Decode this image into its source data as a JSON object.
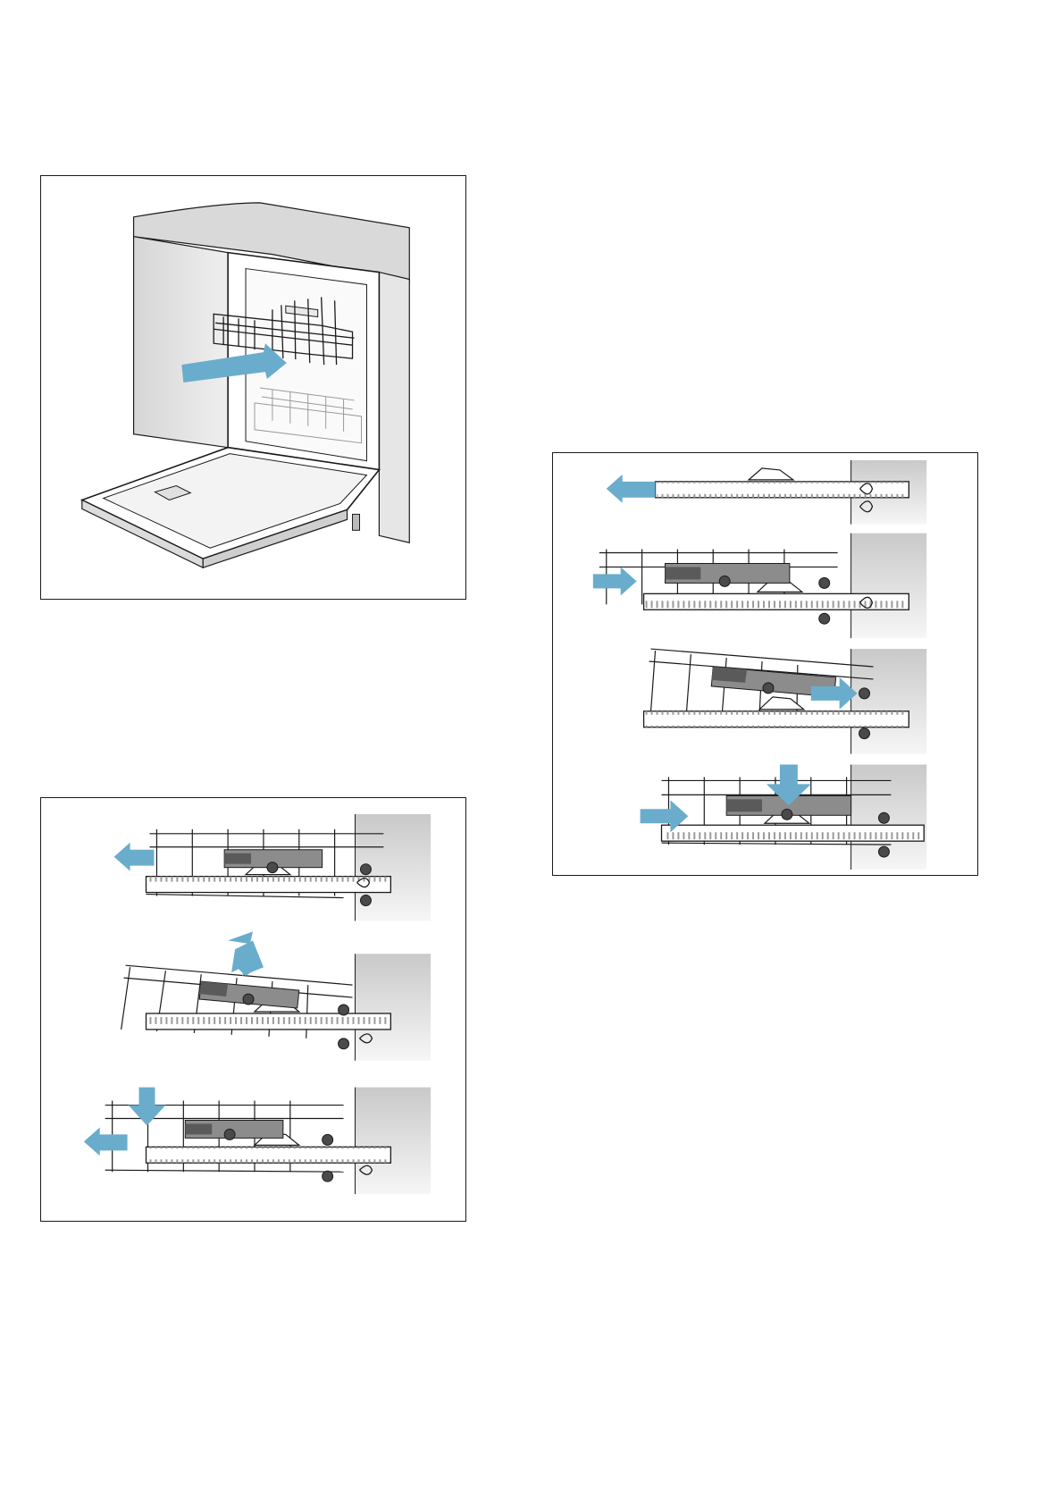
{
  "figures": [
    {
      "id": "dishwasher",
      "depicts": "dishwasher-open-upper-rack"
    },
    {
      "id": "remove",
      "depicts": "rack-rail-removal-steps",
      "steps": 3
    },
    {
      "id": "install",
      "depicts": "rack-rail-installation-steps",
      "steps": 4
    }
  ],
  "colors": {
    "arrow": "#6aaccc",
    "line": "#1a1a1a",
    "latch": "#8c8c8c",
    "latch_dark": "#5a5a5a",
    "wall_light": "#f4f4f4",
    "wall_dark": "#c8c8c8",
    "cabinet": "#e2e2e2",
    "counter": "#d3d3d3"
  }
}
